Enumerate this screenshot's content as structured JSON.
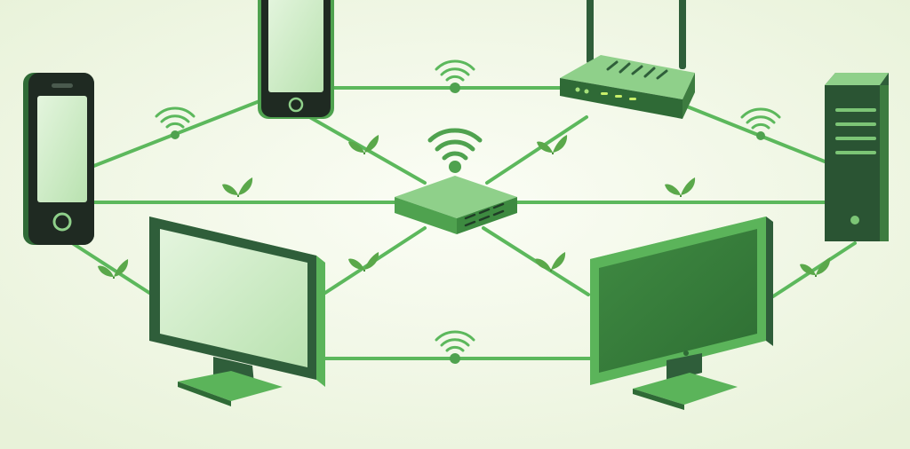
{
  "title": "",
  "colors": {
    "background": "#f3f7ea",
    "link": "#5cb85c",
    "device_dark": "#2f5e3a",
    "device_mid": "#4fa24f",
    "device_light": "#8fd08a",
    "screen_light": "#c9eac2",
    "leaf": "#5aa84a"
  },
  "nodes": [
    {
      "id": "hub",
      "kind": "wireless-access-point",
      "icon": "wifi-hub-icon"
    },
    {
      "id": "router",
      "kind": "router",
      "icon": "router-icon"
    },
    {
      "id": "server",
      "kind": "tower-server",
      "icon": "server-tower-icon"
    },
    {
      "id": "phone-left",
      "kind": "smartphone",
      "icon": "smartphone-icon"
    },
    {
      "id": "phone-top",
      "kind": "smartphone",
      "icon": "smartphone-icon"
    },
    {
      "id": "monitor-left",
      "kind": "monitor",
      "icon": "monitor-icon"
    },
    {
      "id": "monitor-right",
      "kind": "monitor",
      "icon": "monitor-icon"
    }
  ],
  "links": [
    {
      "from": "phone-left",
      "to": "phone-top",
      "badge": "wifi"
    },
    {
      "from": "phone-top",
      "to": "router",
      "badge": "wifi"
    },
    {
      "from": "router",
      "to": "server",
      "badge": "wifi"
    },
    {
      "from": "monitor-left",
      "to": "monitor-right",
      "badge": "wifi"
    },
    {
      "from": "phone-left",
      "to": "hub",
      "badge": "leaf"
    },
    {
      "from": "hub",
      "to": "server",
      "badge": "leaf"
    },
    {
      "from": "phone-top",
      "to": "hub",
      "badge": "leaf"
    },
    {
      "from": "router",
      "to": "hub",
      "badge": "leaf"
    },
    {
      "from": "monitor-left",
      "to": "hub",
      "badge": "leaf"
    },
    {
      "from": "hub",
      "to": "monitor-right",
      "badge": "leaf"
    },
    {
      "from": "phone-left",
      "to": "monitor-left",
      "badge": "leaf"
    },
    {
      "from": "server",
      "to": "monitor-right",
      "badge": "leaf"
    }
  ]
}
